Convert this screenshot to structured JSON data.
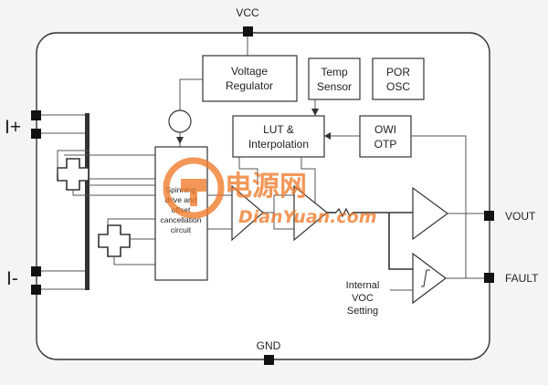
{
  "pins": {
    "vcc": "VCC",
    "gnd": "GND",
    "vout": "VOUT",
    "fault": "FAULT",
    "i_plus": "I+",
    "i_minus": "I-"
  },
  "blocks": {
    "voltage_regulator": [
      "Voltage",
      "Regulator"
    ],
    "temp_sensor": [
      "Temp",
      "Sensor"
    ],
    "por_osc": [
      "POR",
      "OSC"
    ],
    "lut": [
      "LUT &",
      "Interpolation"
    ],
    "owi_otp": [
      "OWI",
      "OTP"
    ],
    "spinning": [
      "Spinning",
      "drive and",
      "offset",
      "cancellation",
      "circuit"
    ],
    "internal_voc": [
      "Internal",
      "VOC",
      "Setting"
    ]
  },
  "watermark": {
    "cn": "电源网",
    "en": "DianYuan.com"
  },
  "colors": {
    "outline": "#333333",
    "pin": "#111111",
    "watermark": "#f07a2a"
  }
}
